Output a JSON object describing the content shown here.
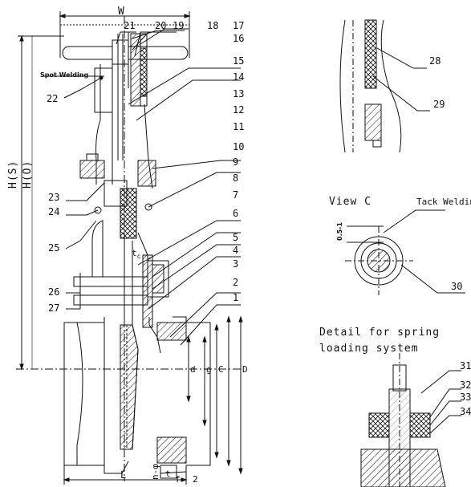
{
  "dims": {
    "W": "W",
    "H_S": "H(S)",
    "H_O": "H(O)",
    "L": "L",
    "D": "D",
    "C": "C",
    "g": "g",
    "d": "d",
    "t": "t",
    "n_phi": "n-φ",
    "f": "f",
    "two": "2",
    "tc": "t",
    "tc_sub": "c"
  },
  "notes": {
    "spot_welding": "Spot Welding",
    "tack_welding": "Tack Welding",
    "view_c": "View C",
    "detail_title_1": "Detail for spring",
    "detail_title_2": "loading system",
    "gap": "0.5-1"
  },
  "part_numbers": [
    "1",
    "2",
    "3",
    "4",
    "5",
    "6",
    "7",
    "8",
    "9",
    "10",
    "11",
    "12",
    "13",
    "14",
    "15",
    "16",
    "17",
    "18",
    "19",
    "20",
    "21",
    "22",
    "23",
    "24",
    "25",
    "26",
    "27",
    "28",
    "29",
    "30",
    "31",
    "32",
    "33",
    "34"
  ]
}
